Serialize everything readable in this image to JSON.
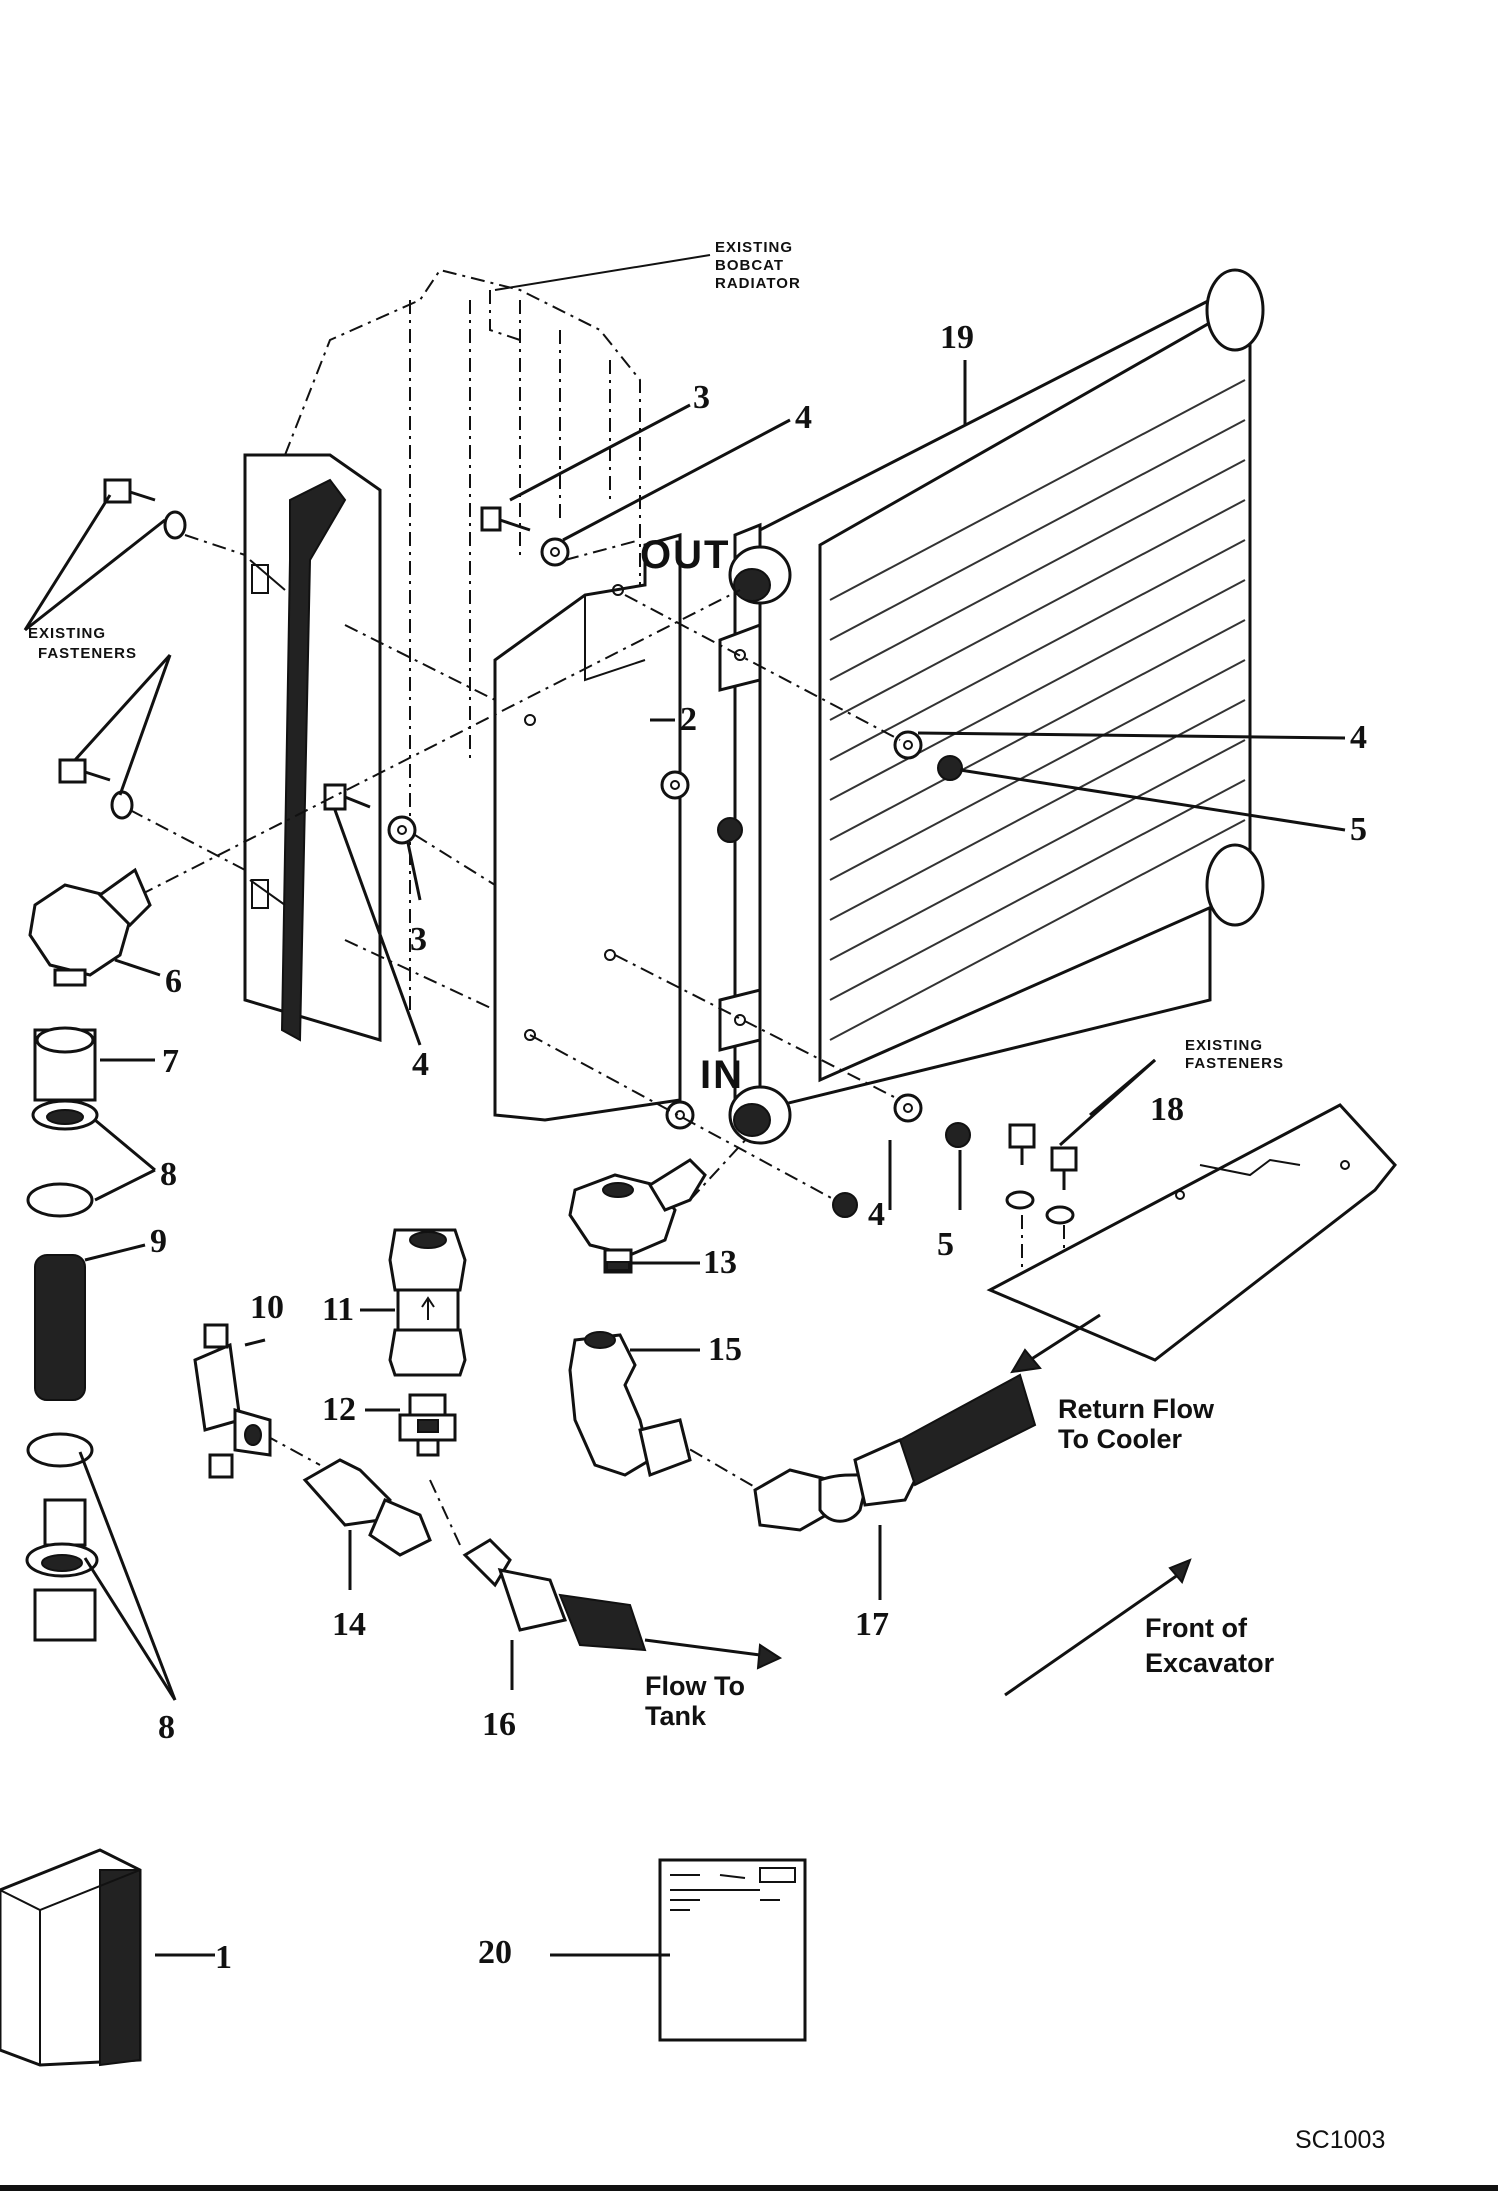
{
  "labels": {
    "existing_radiator": [
      "EXISTING",
      "BOBCAT",
      "RADIATOR"
    ],
    "existing_fasteners_left": [
      "EXISTING",
      "FASTENERS"
    ],
    "existing_fasteners_right": [
      "EXISTING",
      "FASTENERS"
    ],
    "port_out": "OUT",
    "port_in": "IN",
    "return_flow": [
      "Return Flow",
      "To Cooler"
    ],
    "flow_to_tank": [
      "Flow To",
      "Tank"
    ],
    "front_of_excavator": [
      "Front of",
      "Excavator"
    ],
    "figure_code": "SC1003"
  },
  "callouts": {
    "c19": "19",
    "c3a": "3",
    "c4a": "4",
    "c2": "2",
    "c4b": "4",
    "c5a": "5",
    "c3b": "3",
    "c4c": "4",
    "c6": "6",
    "c7": "7",
    "c8a": "8",
    "c9": "9",
    "c18": "18",
    "c4d": "4",
    "c5b": "5",
    "c13": "13",
    "c15": "15",
    "c10": "10",
    "c11": "11",
    "c12": "12",
    "c14": "14",
    "c16": "16",
    "c17": "17",
    "c8b": "8",
    "c1": "1",
    "c20": "20"
  }
}
